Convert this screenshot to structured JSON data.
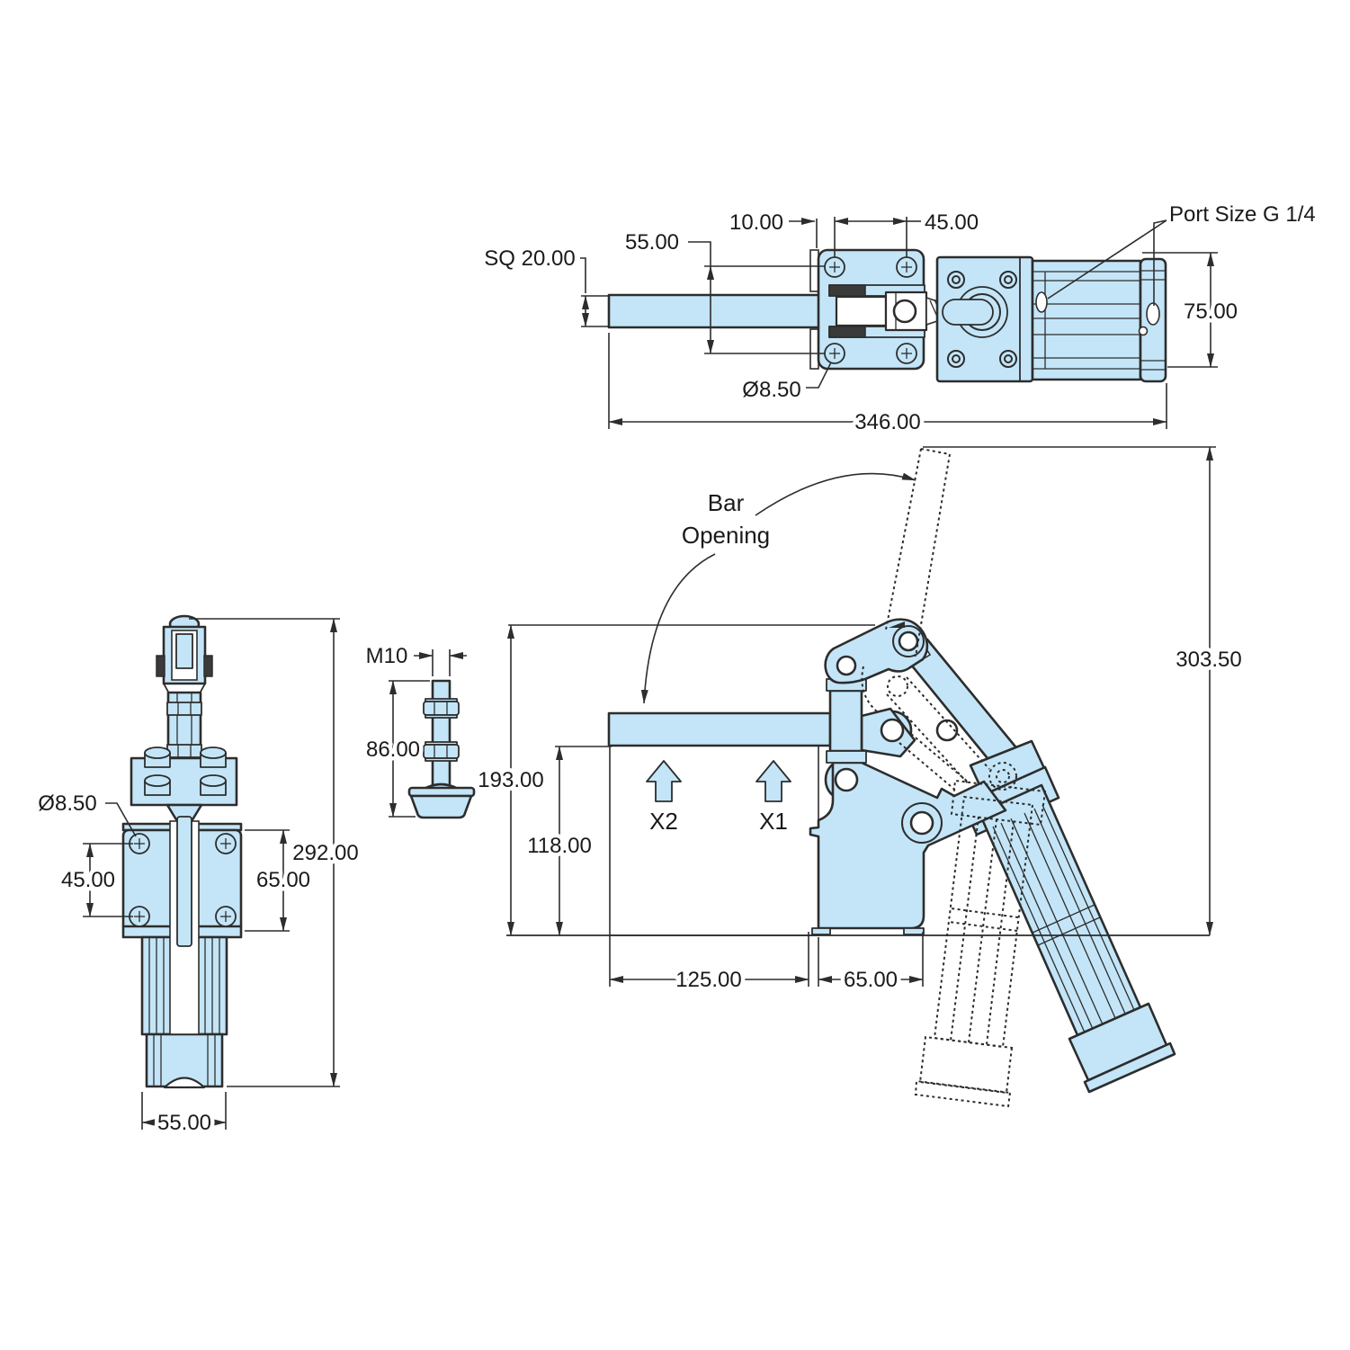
{
  "colors": {
    "part_fill": "#c3e5f7",
    "line": "#2d2d2d",
    "text": "#1a1a1a",
    "background": "#ffffff"
  },
  "views": {
    "top": {
      "dims": {
        "sq": "SQ 20.00",
        "d55": "55.00",
        "d10": "10.00",
        "d45": "45.00",
        "port": "Port Size G 1/4",
        "d75": "75.00",
        "dia": "Ø8.50",
        "d346": "346.00"
      }
    },
    "front": {
      "dims": {
        "dia": "Ø8.50",
        "d45": "45.00",
        "d65": "65.00",
        "d292": "292.00",
        "d55": "55.00"
      }
    },
    "detail": {
      "dims": {
        "thread": "M10",
        "d86": "86.00"
      }
    },
    "side": {
      "labels": {
        "bar": "Bar",
        "opening": "Opening",
        "x2": "X2",
        "x1": "X1"
      },
      "dims": {
        "d303": "303.50",
        "d193": "193.00",
        "d118": "118.00",
        "d125": "125.00",
        "d65": "65.00"
      }
    }
  }
}
